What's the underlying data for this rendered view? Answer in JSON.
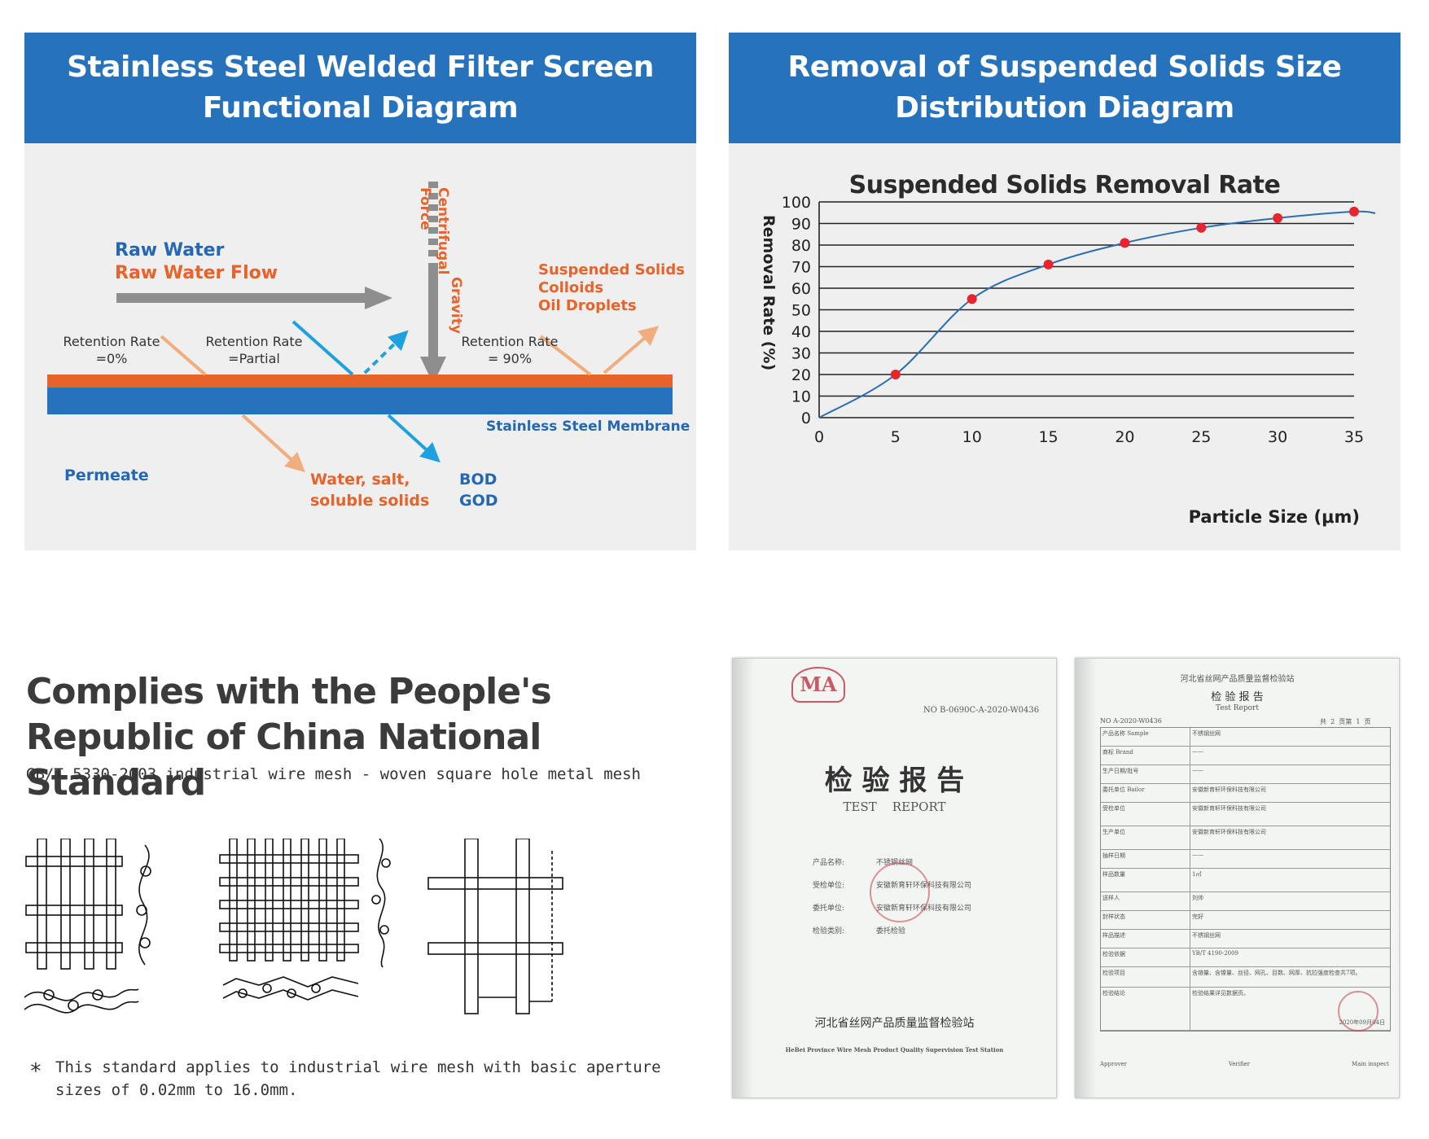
{
  "panel_left": {
    "title": "Stainless Steel Welded Filter Screen\nFunctional Diagram",
    "raw_water": "Raw Water",
    "raw_water_flow": "Raw Water Flow",
    "centrifugal": "Centrifugal\nForce",
    "gravity": "Gravity",
    "suspended": "Suspended Solids\nColloids\nOil Droplets",
    "ret0": "Retention Rate\n=0%",
    "retpartial": "Retention Rate\n=Partial",
    "ret90": "Retention Rate\n= 90%",
    "membrane": "Stainless Steel Membrane",
    "permeate": "Permeate",
    "water_salt": "Water, salt,\nsoluble solids",
    "bod_god": "BOD\nGOD",
    "colors": {
      "orange": "#e8632a",
      "blue": "#2467b3",
      "cyan": "#1ea1df",
      "peach": "#f2ad7d",
      "gray": "#8e8e8e"
    }
  },
  "panel_right": {
    "title": "Removal of Suspended Solids Size\nDistribution Diagram"
  },
  "chart_data": {
    "type": "line",
    "title": "Suspended Solids Removal Rate",
    "xlabel": "Particle Size (μm)",
    "ylabel": "Removal Rate (%)",
    "xlim": [
      0,
      35
    ],
    "ylim": [
      0,
      100
    ],
    "xticks": [
      0,
      5,
      10,
      15,
      20,
      25,
      30,
      35
    ],
    "yticks": [
      0,
      10,
      20,
      30,
      40,
      50,
      60,
      70,
      80,
      90,
      100
    ],
    "grid": "horizontal",
    "series": [
      {
        "x": [
          0,
          5,
          10,
          15,
          20,
          25,
          30,
          35
        ],
        "y": [
          0,
          20,
          55,
          71,
          81,
          88,
          92.5,
          95.5
        ]
      }
    ],
    "line_color": "#2a6eb5",
    "marker_color": "#e8242c"
  },
  "standard": {
    "title": "Complies with the People's Republic of China National Standard",
    "subtitle": "GB/T 5330-2003 industrial wire mesh - woven square hole metal mesh",
    "note_mark": "∗",
    "note": "This standard applies to industrial wire mesh with basic aperture sizes of 0.02mm to 16.0mm."
  },
  "report_cover": {
    "cma": "MA",
    "no": "NO B-0690C-A-2020-W0436",
    "title_cn": "检 验 报 告",
    "title_en": "TEST    REPORT",
    "fields": [
      {
        "label": "产品名称:",
        "value": "不锈钢丝网"
      },
      {
        "label": "受检单位:",
        "value": "安徽新育轩环保科技有限公司"
      },
      {
        "label": "委托单位:",
        "value": "安徽新育轩环保科技有限公司"
      },
      {
        "label": "检验类别:",
        "value": "委托检验"
      }
    ],
    "station_cn": "河北省丝网产品质量监督检验站",
    "station_en": "HeBei Province Wire Mesh Product Quality Supervision Test Station"
  },
  "report_page": {
    "header_cn": "河北省丝网产品质量监督检验站",
    "title_cn": "检 验 报 告",
    "title_en": "Test Report",
    "no": "NO A-2020-W0436",
    "pages": "共  2  页第  1  页",
    "rows": [
      {
        "label": "产品名称 Sample",
        "value": "不锈钢丝网"
      },
      {
        "label": "商标 Brand",
        "value": "——"
      },
      {
        "label": "生产日期/批号",
        "value": "——"
      },
      {
        "label": "委托单位 Bailor",
        "value": "安徽新育轩环保科技有限公司"
      },
      {
        "label": "受检单位",
        "value": "安徽新育轩环保科技有限公司"
      },
      {
        "label": "生产单位",
        "value": "安徽新育轩环保科技有限公司"
      },
      {
        "label": "抽样日期",
        "value": "——"
      },
      {
        "label": "样品数量",
        "value": "1㎡"
      },
      {
        "label": "送样人",
        "value": "刘帅"
      },
      {
        "label": "封样状态",
        "value": "完好"
      },
      {
        "label": "样品描述",
        "value": "不锈钢丝网"
      },
      {
        "label": "检验依据",
        "value": "YB/T 4190-2009"
      },
      {
        "label": "检验项目",
        "value": "含铬量、含镍量、丝径、网孔、目数、网厚、抗拉强度检查共7项。"
      },
      {
        "label": "检验结论",
        "value": "检验结果详见数据页。"
      }
    ],
    "date": "2020年09月04日",
    "sign_labels": [
      "Approver",
      "Verifier",
      "Main inspect"
    ]
  }
}
